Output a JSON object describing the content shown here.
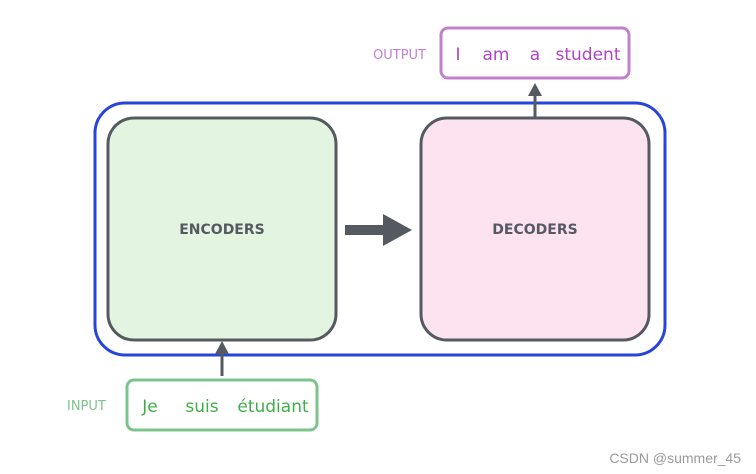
{
  "output": {
    "label": "OUTPUT",
    "tokens": [
      "I",
      "am",
      "a",
      "student"
    ]
  },
  "input": {
    "label": "INPUT",
    "tokens": [
      "Je",
      "suis",
      "étudiant"
    ]
  },
  "encoders": {
    "label": "ENCODERS"
  },
  "decoders": {
    "label": "DECODERS"
  },
  "watermark": "CSDN @summer_45",
  "colors": {
    "container_border": "#2845d9",
    "box_border": "#555a60",
    "encoder_fill": "#e3f5e1",
    "decoder_fill": "#fde3f0",
    "output_accent": "#c47fcf",
    "output_text": "#b044c4",
    "input_accent": "#7dc48c",
    "input_text": "#3fae4a",
    "arrow": "#555a60"
  }
}
